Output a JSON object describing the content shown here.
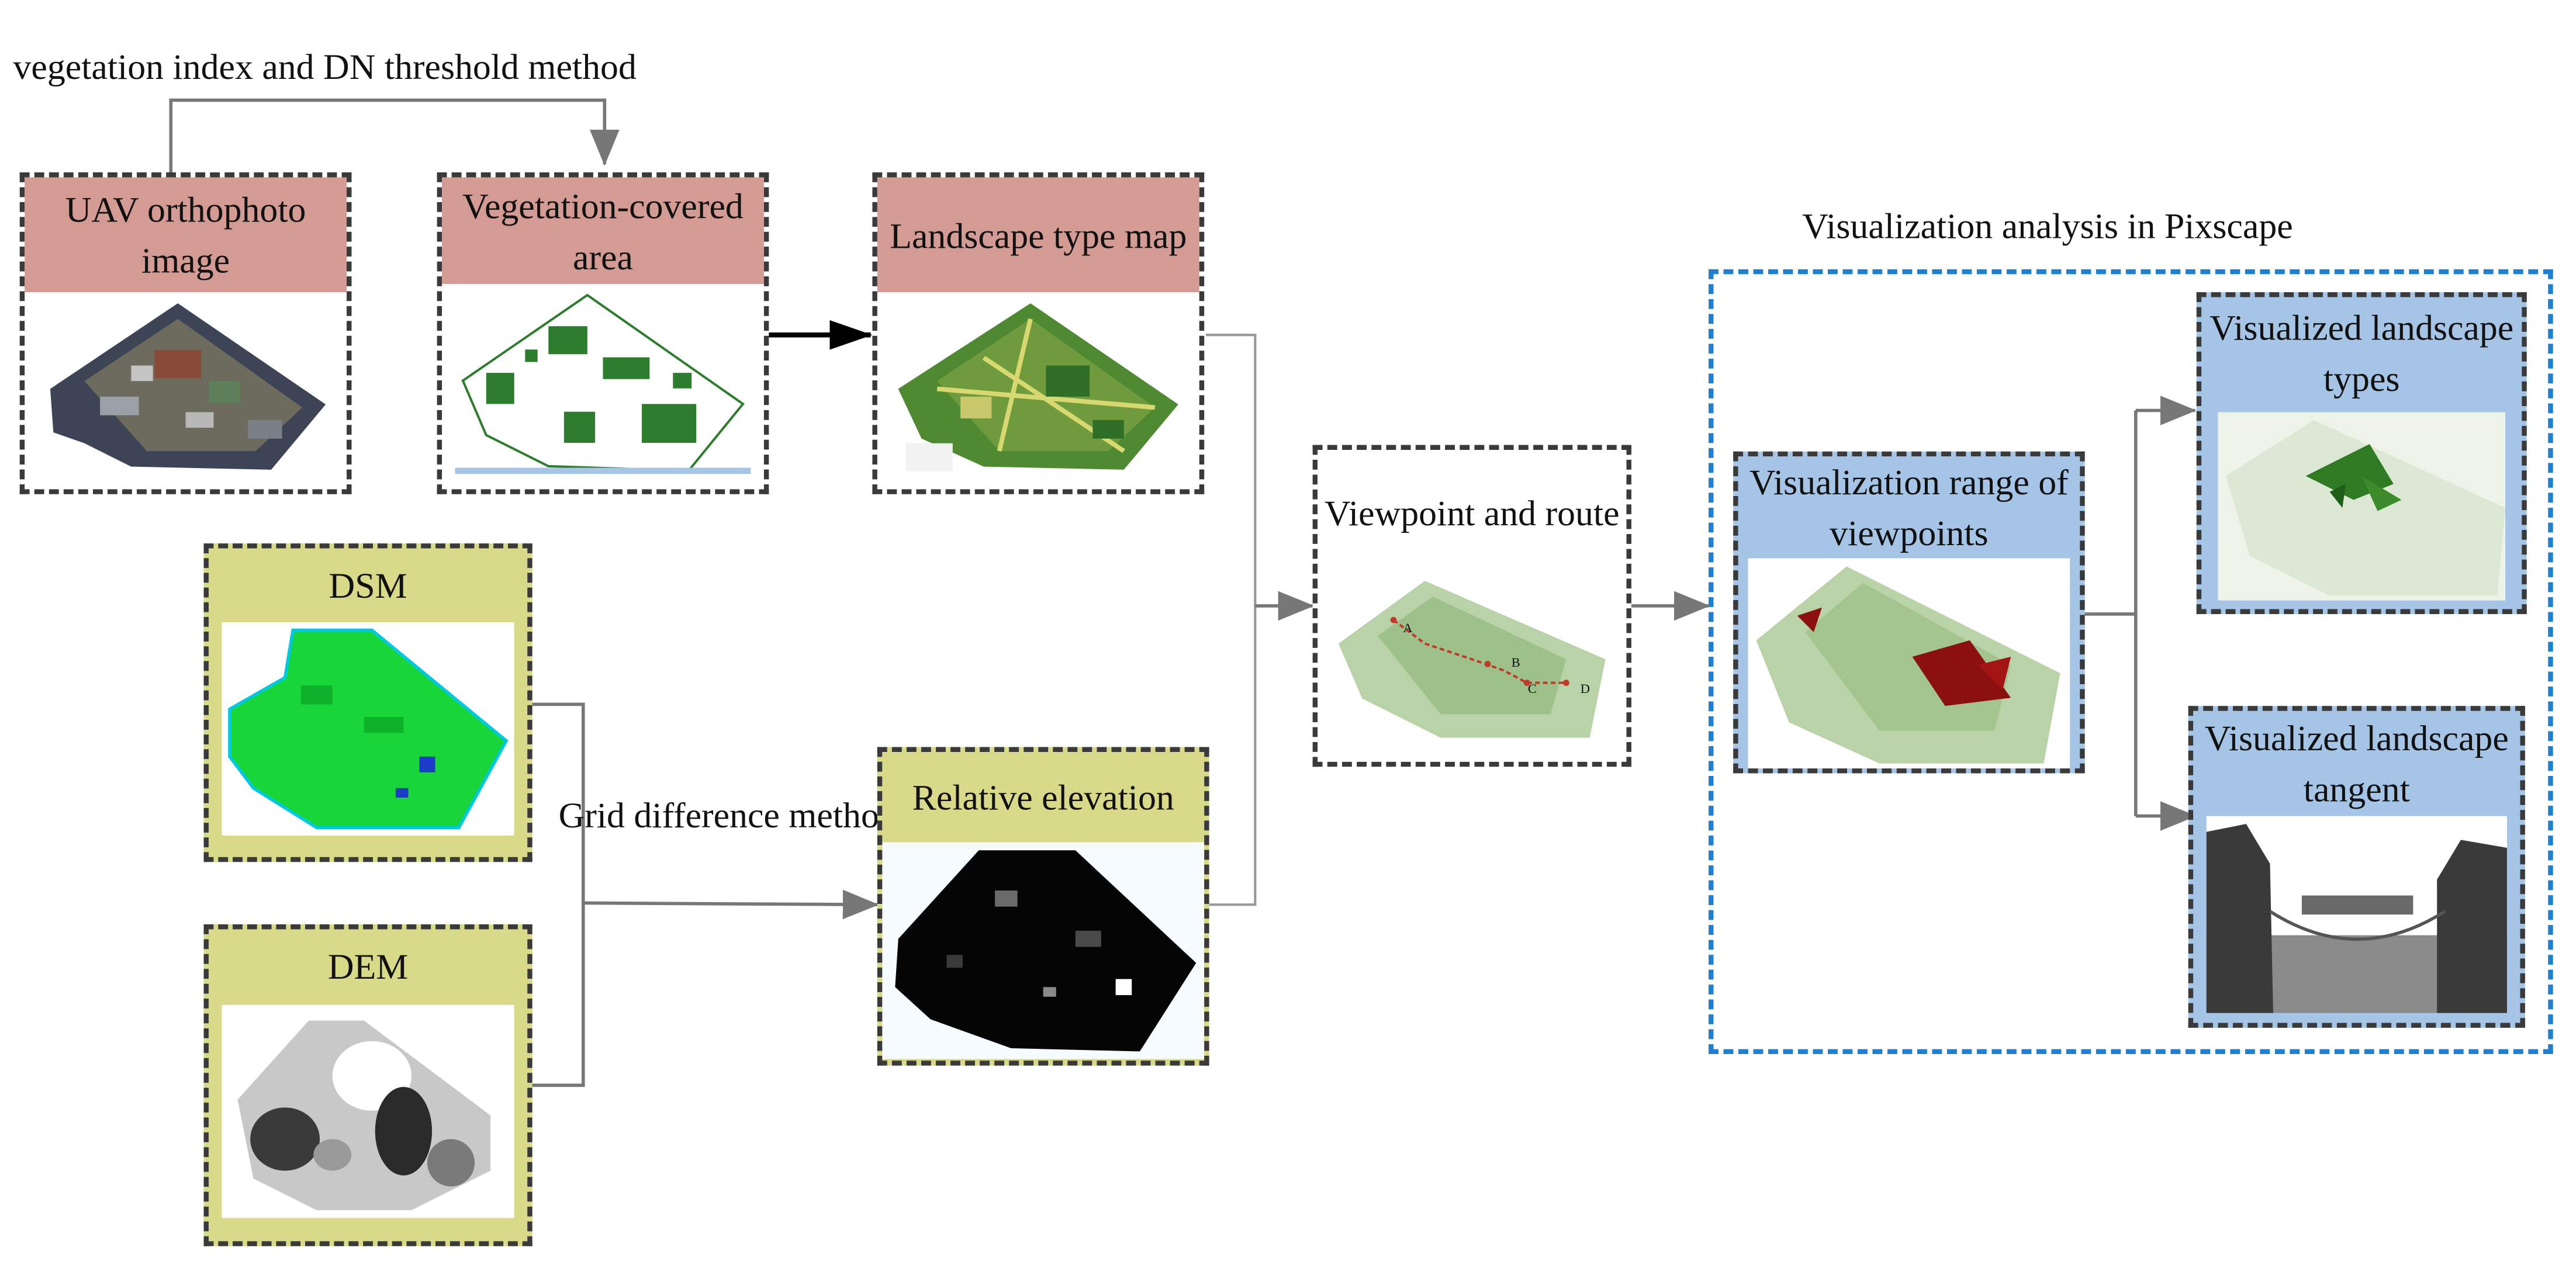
{
  "top_label": "vegetation index and DN threshold method",
  "nodes": {
    "uav": "UAV orthophoto image",
    "vegetation": "Vegetation-covered area",
    "landscape_type": "Landscape type map",
    "dsm": "DSM",
    "dem": "DEM",
    "relative_elevation": "Relative elevation",
    "viewpoint": "Viewpoint and route",
    "vis_range": "Visualization range of viewpoints",
    "vis_types": "Visualized landscape types",
    "vis_tangent": "Visualized landscape tangent"
  },
  "grid_label": "Grid difference method",
  "region_title": "Visualization analysis in Pixscape",
  "route_markers": [
    "A",
    "B",
    "C",
    "D"
  ],
  "colors": {
    "red_header": "#d49a94",
    "olive_header": "#d9d98a",
    "blue_header": "#a6c4e6",
    "region_border": "#1f7fd1",
    "arrow_gray": "#777777"
  }
}
